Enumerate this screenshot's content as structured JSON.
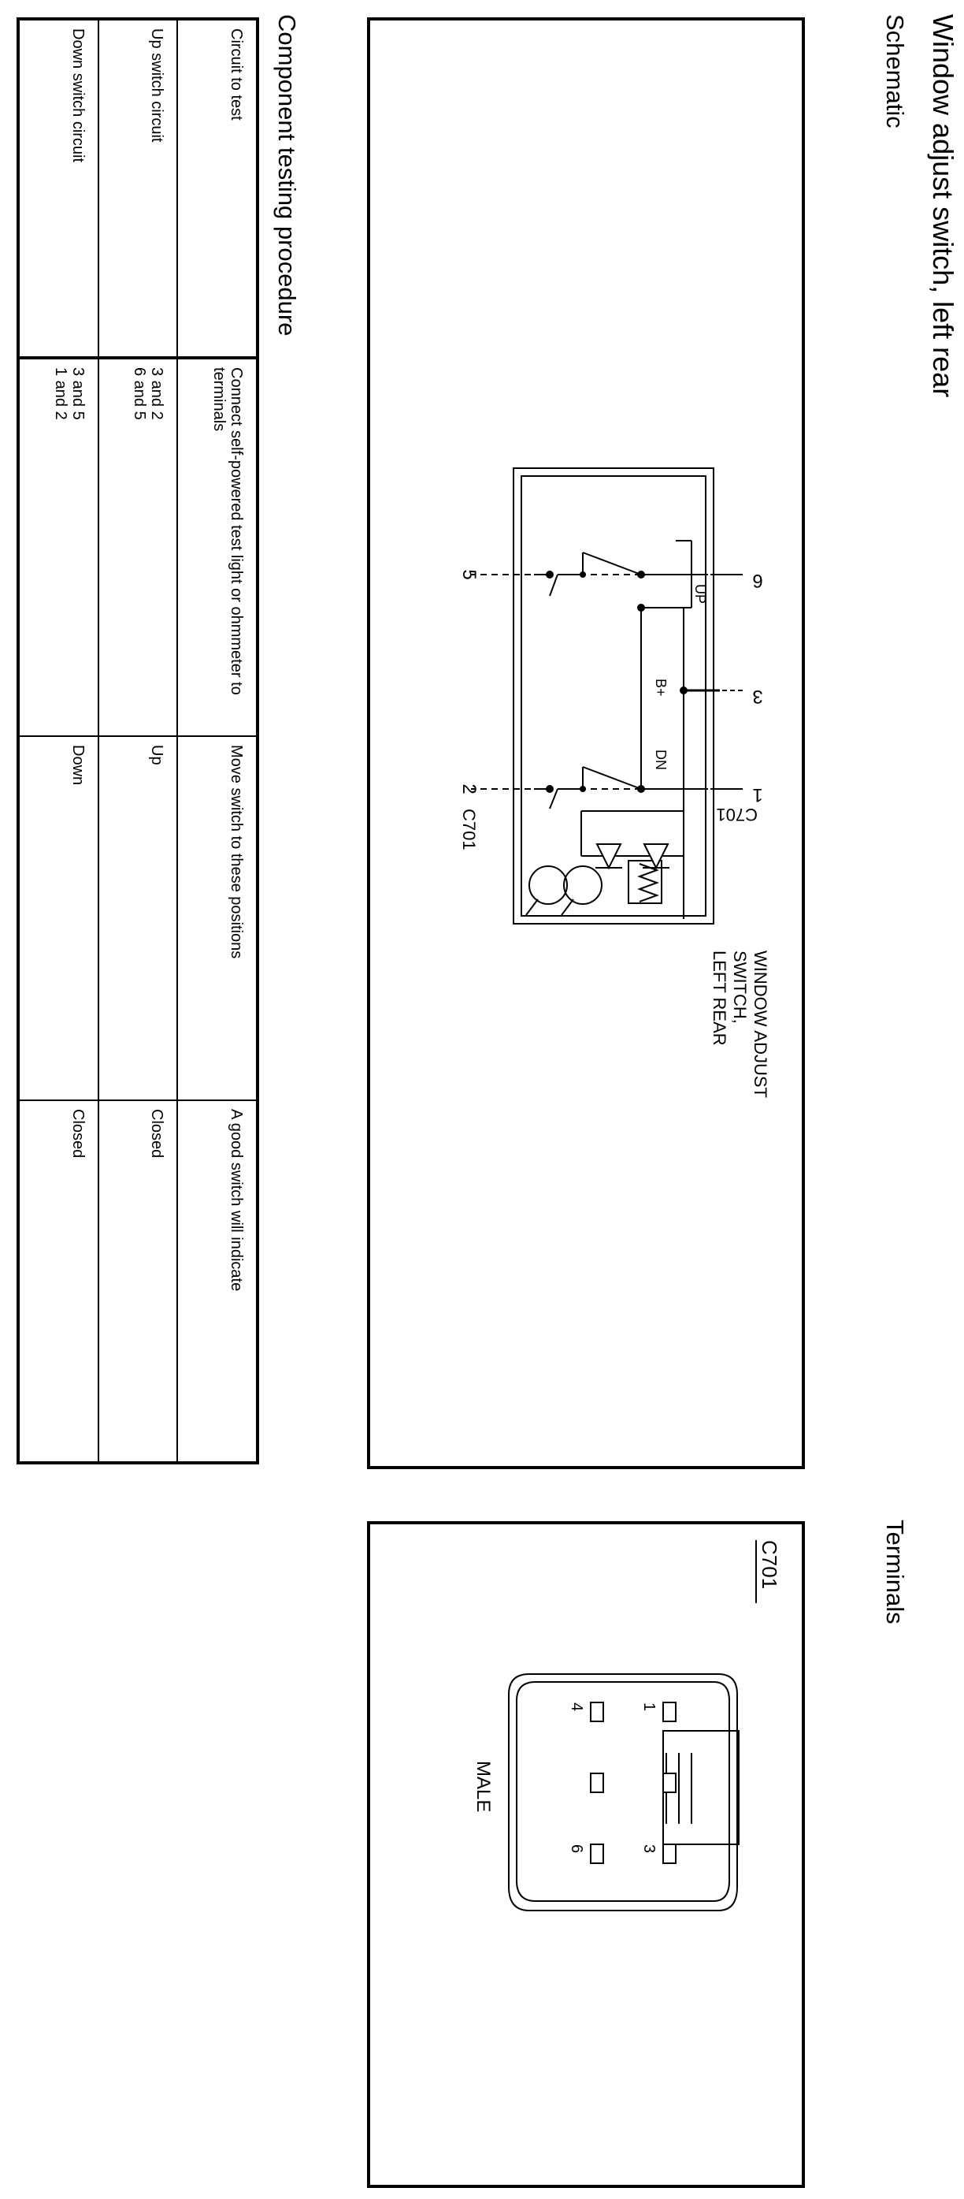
{
  "title": "Window adjust switch, left rear",
  "schematic": {
    "heading": "Schematic",
    "component_label": [
      "WINDOW ADJUST",
      "SWITCH,",
      "LEFT REAR"
    ],
    "pins_top": [
      "6",
      "3",
      "1"
    ],
    "pins_bottom": [
      "5",
      "2"
    ],
    "connector": "C701",
    "contacts": [
      "UP",
      "B+",
      "DN"
    ]
  },
  "terminals": {
    "heading": "Terminals",
    "connector": "C701",
    "gender": "MALE",
    "pins": [
      "1",
      "3",
      "4",
      "6"
    ]
  },
  "procedure": {
    "heading": "Component testing procedure",
    "columns": [
      "Circuit to test",
      "Connect self-powered test light or ohmmeter to terminals",
      "Move switch to these positions",
      "A good switch will indicate"
    ],
    "rows": [
      {
        "circuit": "Up switch circuit",
        "terminals": [
          "3 and 2",
          "6 and 5"
        ],
        "position": "Up",
        "result": "Closed"
      },
      {
        "circuit": "Down switch circuit",
        "terminals": [
          "3 and 5",
          "1 and 2"
        ],
        "position": "Down",
        "result": "Closed"
      }
    ]
  }
}
